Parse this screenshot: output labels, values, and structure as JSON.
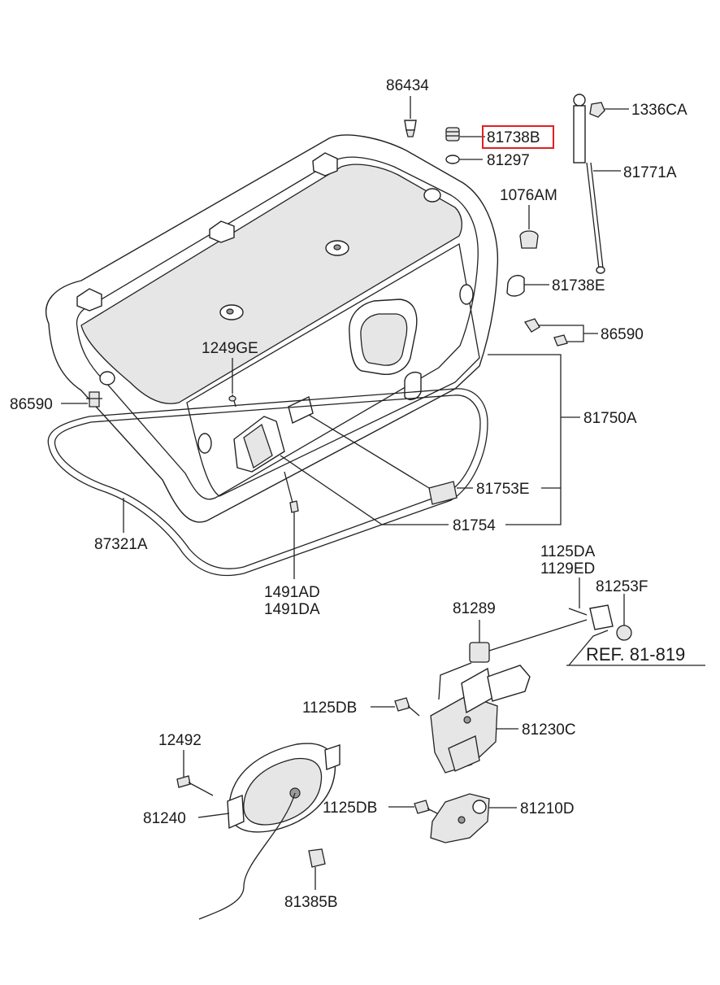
{
  "highlight_color": "#e02020",
  "labels": {
    "p86434": "86434",
    "p1336CA": "1336CA",
    "p81738B": "81738B",
    "p81297": "81297",
    "p81771A": "81771A",
    "p1076AM": "1076AM",
    "p81738E": "81738E",
    "p86590_right": "86590",
    "p1249GE": "1249GE",
    "p86590_left": "86590",
    "p81750A": "81750A",
    "p81753E": "81753E",
    "p87321A": "87321A",
    "p81754": "81754",
    "p1491AD": "1491AD",
    "p1491DA": "1491DA",
    "p1125DA": "1125DA",
    "p1129ED": "1129ED",
    "p81253F": "81253F",
    "p81289": "81289",
    "ref": "REF. 81-819",
    "p1125DB_upper": "1125DB",
    "p81230C": "81230C",
    "p12492": "12492",
    "p81240": "81240",
    "p1125DB_lower": "1125DB",
    "p81210D": "81210D",
    "p81385B": "81385B"
  }
}
